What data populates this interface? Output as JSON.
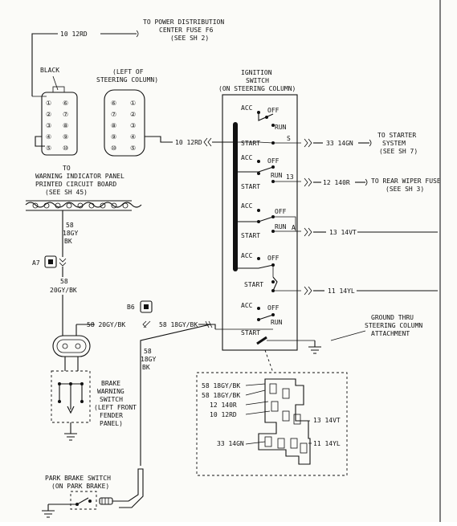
{
  "power": {
    "wire": "10 12RD",
    "dest_line1": "TO POWER DISTRIBUTION",
    "dest_line2": "CENTER FUSE F6",
    "dest_line3": "(SEE SH 2)"
  },
  "connector_black": {
    "label": "BLACK",
    "pins_left": [
      "①",
      "②",
      "③",
      "④",
      "⑤"
    ],
    "pins_right": [
      "⑥",
      "⑦",
      "⑧",
      "⑨",
      "⑩"
    ]
  },
  "connector_left": {
    "label_line1": "(LEFT OF",
    "label_line2": "STEERING COLUMN)",
    "pins_left": [
      "⑥",
      "⑦",
      "⑧",
      "⑨",
      "⑩"
    ],
    "pins_right": [
      "①",
      "②",
      "③",
      "④",
      "⑤"
    ]
  },
  "feed_wire": "10 12RD",
  "ignition": {
    "title_line1": "IGNITION",
    "title_line2": "SWITCH",
    "title_line3": "(ON STEERING COLUMN)",
    "acc": "ACC",
    "off": "OFF",
    "run": "RUN",
    "start": "START",
    "term_s": "S",
    "term_13": "13",
    "term_a": "A"
  },
  "outputs": {
    "starter_wire": "33 14GN",
    "starter_line1": "TO STARTER",
    "starter_line2": "SYSTEM",
    "starter_line3": "(SEE SH 7)",
    "wiper_wire": "12 140R",
    "wiper_line1": "TO REAR WIPER FUSE",
    "wiper_line2": "(SEE SH 3)",
    "a_wire": "13 14VT",
    "yl_wire": "11 14YL"
  },
  "ground": {
    "line1": "GROUND THRU",
    "line2": "STEERING COLUMN",
    "line3": "ATTACHMENT"
  },
  "warning_panel": {
    "line1": "TO",
    "line2": "WARNING INDICATOR PANEL",
    "line3": "PRINTED CIRCUIT BOARD",
    "line4": "(SEE SH 45)",
    "wire_num": "58",
    "wire_gauge": "18GY",
    "wire_color": "BK"
  },
  "splice_a7": {
    "label": "A7",
    "wire_num": "58",
    "wire": "20GY/BK"
  },
  "splice_b6": {
    "label": "B6",
    "wire_left": "58  20GY/BK",
    "wire_right": "58 18GY/BK",
    "wire_num": "58",
    "wire_gauge": "18GY",
    "wire_color": "BK"
  },
  "brake_switch": {
    "line1": "BRAKE",
    "line2": "WARNING",
    "line3": "SWITCH",
    "line4": "(LEFT FRONT",
    "line5": "FENDER",
    "line6": "PANEL)"
  },
  "park_brake": {
    "line1": "PARK BRAKE SWITCH",
    "line2": "(ON PARK BRAKE)"
  },
  "connector_detail": {
    "left_labels": [
      "58 18GY/BK",
      "58 18GY/BK",
      "12 140R",
      "10 12RD"
    ],
    "vt": "13 14VT",
    "gn": "33 14GN",
    "yl": "11 14YL"
  }
}
